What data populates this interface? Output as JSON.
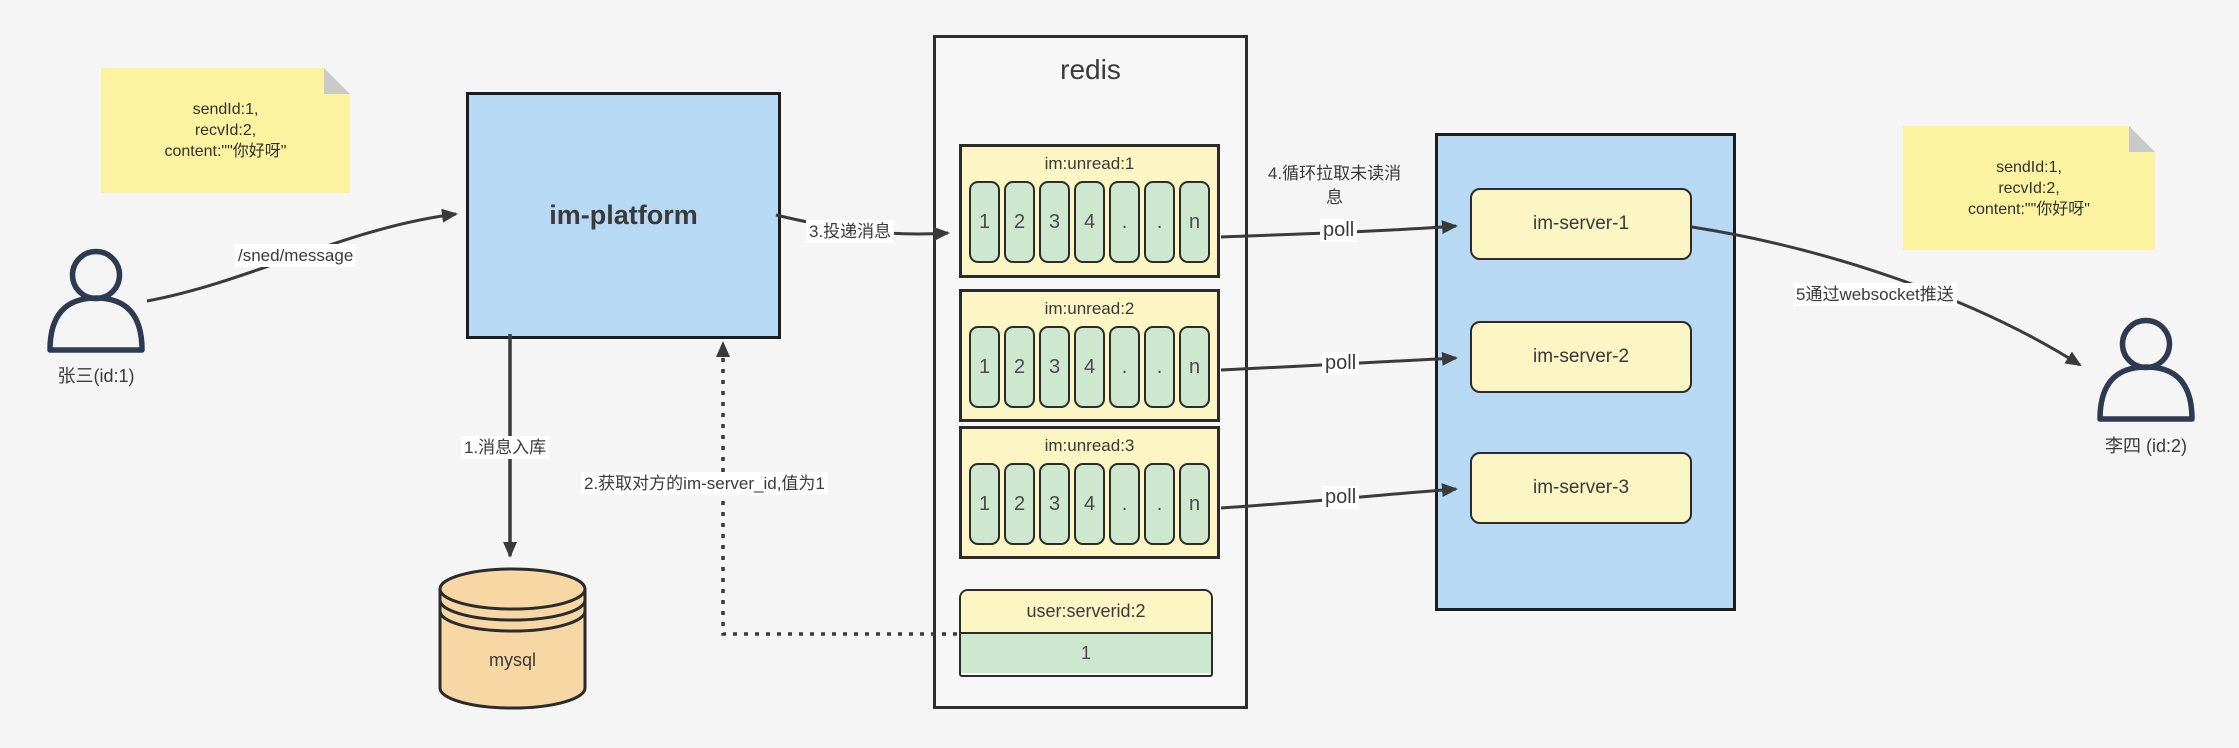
{
  "notes": {
    "left": {
      "lines": [
        "sendId:1,",
        "recvId:2,",
        "content:\"\"你好呀\""
      ]
    },
    "right": {
      "lines": [
        "sendId:1,",
        "recvId:2,",
        "content:\"\"你好呀\""
      ]
    }
  },
  "actors": {
    "sender": {
      "label": "张三(id:1)"
    },
    "receiver": {
      "label": "李四 (id:2)"
    }
  },
  "platform": {
    "label": "im-platform"
  },
  "db": {
    "label": "mysql"
  },
  "redis": {
    "title": "redis",
    "queues": [
      {
        "title": "im:unread:1",
        "cells": [
          "1",
          "2",
          "3",
          "4",
          ".",
          ".",
          "n"
        ]
      },
      {
        "title": "im:unread:2",
        "cells": [
          "1",
          "2",
          "3",
          "4",
          ".",
          ".",
          "n"
        ]
      },
      {
        "title": "im:unread:3",
        "cells": [
          "1",
          "2",
          "3",
          "4",
          ".",
          ".",
          "n"
        ]
      }
    ],
    "kv": {
      "key": "user:serverid:2",
      "value": "1"
    }
  },
  "servers": [
    "im-server-1",
    "im-server-2",
    "im-server-3"
  ],
  "edges": {
    "send_endpoint": "/sned/message",
    "step1": "1.消息入库",
    "step2": "2.获取对方的im-server_id,值为1",
    "step3": "3.投递消息",
    "step4": "4.循环拉取未读消息",
    "step5": "5通过websocket推送",
    "poll": "poll"
  },
  "colors": {
    "background": "#f5f5f5",
    "node_blue": "#b7d9f4",
    "note_yellow": "#fbf3a0",
    "panel_yellow": "#fbf6c3",
    "cell_green": "#cde8cf",
    "db_orange": "#f7d7a4",
    "line": "#3a3a3a"
  }
}
